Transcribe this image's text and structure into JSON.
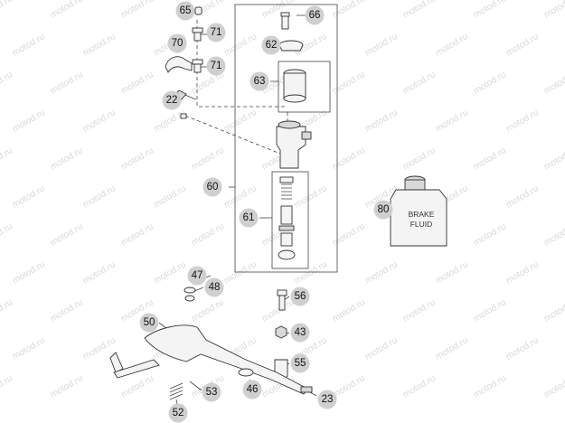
{
  "watermark": "motod.ru",
  "container_label": "BRAKE FLUID",
  "container_label_lines": [
    "BRAKE",
    "FLUID"
  ],
  "callouts": [
    {
      "id": "65",
      "label": "65"
    },
    {
      "id": "66",
      "label": "66"
    },
    {
      "id": "70",
      "label": "70"
    },
    {
      "id": "71a",
      "label": "71"
    },
    {
      "id": "71b",
      "label": "71"
    },
    {
      "id": "62",
      "label": "62"
    },
    {
      "id": "63",
      "label": "63"
    },
    {
      "id": "22",
      "label": "22"
    },
    {
      "id": "60",
      "label": "60"
    },
    {
      "id": "61",
      "label": "61"
    },
    {
      "id": "80",
      "label": "80"
    },
    {
      "id": "47",
      "label": "47"
    },
    {
      "id": "48",
      "label": "48"
    },
    {
      "id": "56",
      "label": "56"
    },
    {
      "id": "50",
      "label": "50"
    },
    {
      "id": "43",
      "label": "43"
    },
    {
      "id": "55",
      "label": "55"
    },
    {
      "id": "53",
      "label": "53"
    },
    {
      "id": "46",
      "label": "46"
    },
    {
      "id": "23",
      "label": "23"
    },
    {
      "id": "52",
      "label": "52"
    }
  ]
}
